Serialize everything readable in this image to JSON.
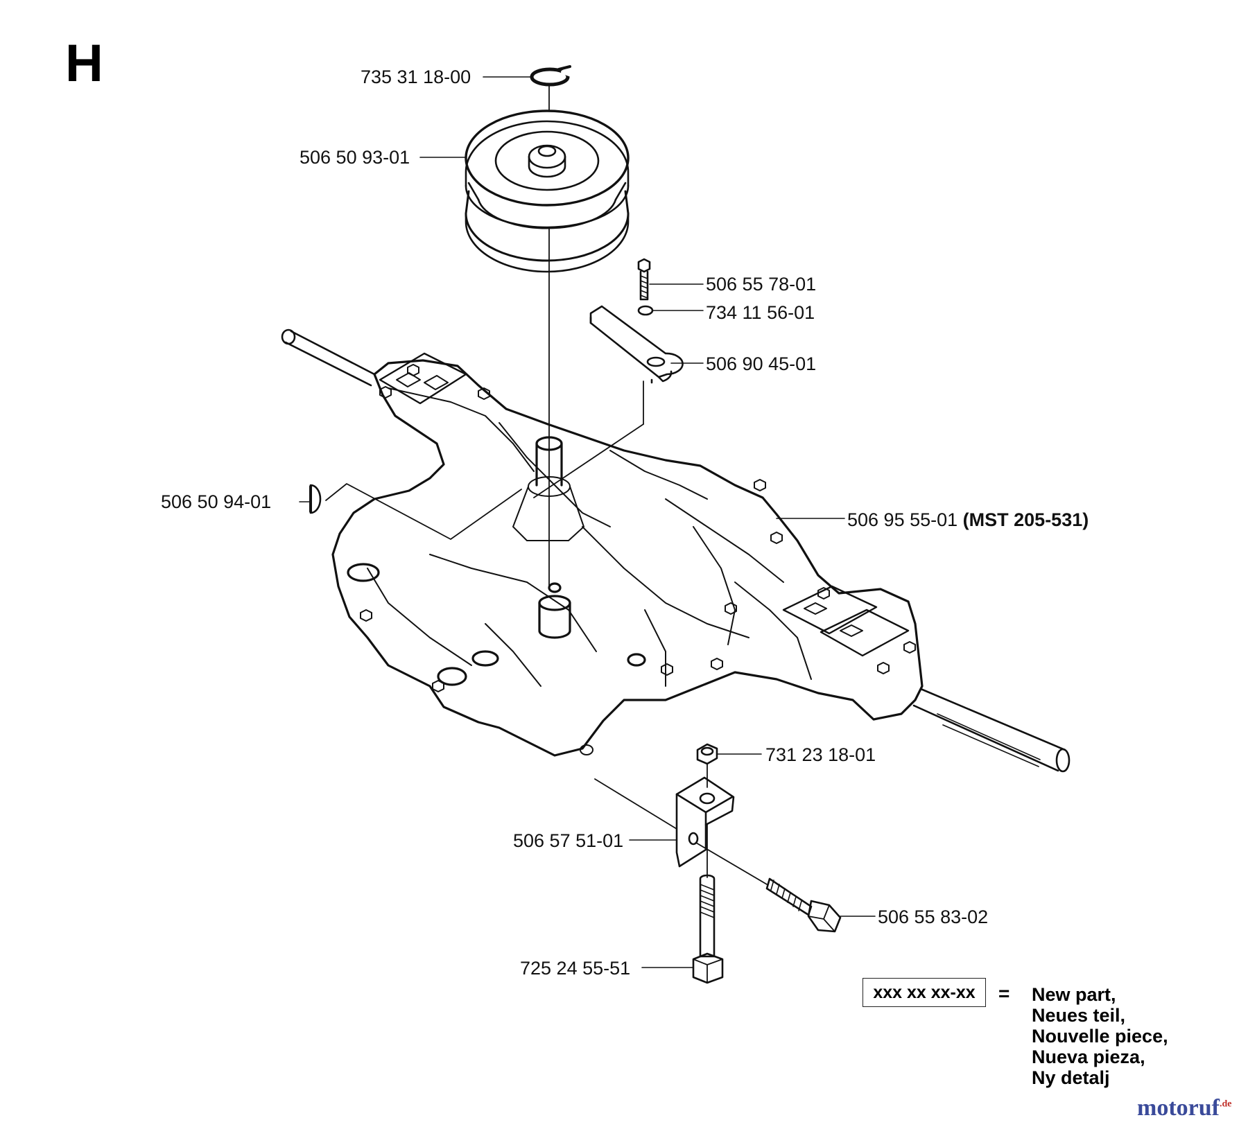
{
  "section_letter": "H",
  "parts": [
    {
      "id": "p1",
      "number": "735 31 18-00"
    },
    {
      "id": "p2",
      "number": "506 50 93-01"
    },
    {
      "id": "p3",
      "number": "506 55 78-01"
    },
    {
      "id": "p4",
      "number": "734 11 56-01"
    },
    {
      "id": "p5",
      "number": "506 90 45-01"
    },
    {
      "id": "p6",
      "number": "506 50 94-01"
    },
    {
      "id": "p7",
      "number": "506 95 55-01",
      "note": "(MST 205-531)"
    },
    {
      "id": "p8",
      "number": "731 23 18-01"
    },
    {
      "id": "p9",
      "number": "506 57 51-01"
    },
    {
      "id": "p10",
      "number": "506 55 83-02"
    },
    {
      "id": "p11",
      "number": "725 24 55-51"
    }
  ],
  "legend": {
    "box_text": "xxx xx xx-xx",
    "equals": "=",
    "lines": [
      "New part,",
      "Neues teil,",
      "Nouvelle piece,",
      "Nueva pieza,",
      "Ny detalj"
    ]
  },
  "watermark": {
    "name": "motoruf",
    "suffix": ".de"
  },
  "colors": {
    "ink": "#111111",
    "brand": "#3a4a9a",
    "brand_accent": "#c0302a"
  }
}
